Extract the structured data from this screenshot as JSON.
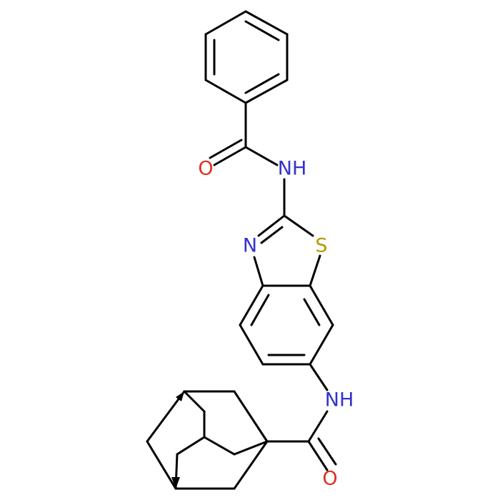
{
  "molecule": {
    "atom_labels": {
      "o_top": "O",
      "nh_top": "NH",
      "n_ring": "N",
      "s_ring": "S",
      "nh_bottom": "NH",
      "o_bottom": "O"
    },
    "colors": {
      "bond": "#000000",
      "nitrogen": "#3333cc",
      "oxygen": "#e0301e",
      "sulfur": "#b59a00"
    }
  }
}
